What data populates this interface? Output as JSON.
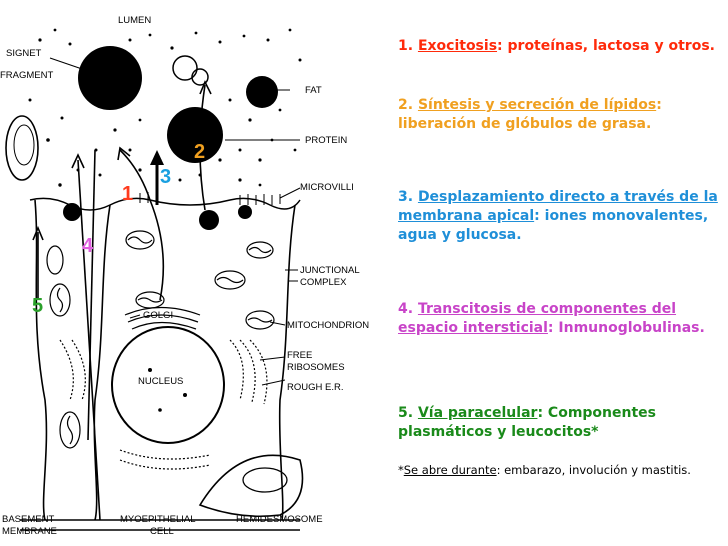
{
  "diagram": {
    "labels": {
      "lumen": "LUMEN",
      "signet": "SIGNET",
      "fragment": "FRAGMENT",
      "fat": "FAT",
      "protein": "PROTEIN",
      "microvilli": "MICROVILLI",
      "junctional": "JUNCTIONAL",
      "complex": "COMPLEX",
      "golgi": "GOLGI",
      "mitochondrion": "MITOCHONDRION",
      "free": "FREE",
      "ribosomes": "RIBOSOMES",
      "nucleus": "NUCLEUS",
      "rough_er": "ROUGH E.R.",
      "basement": "BASEMENT",
      "membrane": "MEMBRANE",
      "myoepithelial": "MYOEPITHELIAL",
      "cell": "CELL",
      "hemidesmosome": "HEMIDESMOSOME"
    },
    "markers": [
      {
        "text": "1",
        "color": "#ff3b1e"
      },
      {
        "text": "2",
        "color": "#f0a020"
      },
      {
        "text": "3",
        "color": "#1aa0e0"
      },
      {
        "text": "4",
        "color": "#e060e0"
      },
      {
        "text": "5",
        "color": "#2aa02a"
      }
    ]
  },
  "items": [
    {
      "num": "1. ",
      "title": "Exocitosis",
      "sep": ": ",
      "body": "proteínas, lactosa y otros.",
      "color": "#ff2a0a"
    },
    {
      "num": "2. ",
      "title": "Síntesis y secreción de lípidos",
      "sep": ": ",
      "body": "liberación de glóbulos de grasa.",
      "color": "#f0a020"
    },
    {
      "num": "3. ",
      "title": "Desplazamiento directo a través de la membrana apical",
      "sep": ": ",
      "body": "iones monovalentes, agua y glucosa.",
      "color": "#1f8fd8"
    },
    {
      "num": "4. ",
      "title": "Transcitosis de componentes del espacio intersticial",
      "sep": ": ",
      "body": "Inmunoglobulinas.",
      "color": "#c844c8"
    },
    {
      "num": "5. ",
      "title": "Vía paracelular",
      "sep": ": ",
      "body": "Componentes plasmáticos y leucocitos*",
      "color": "#1a8a1a"
    }
  ],
  "note": {
    "prefix": "*",
    "underlined": "Se abre durante",
    "rest": ": embarazo, involución y mastitis."
  }
}
